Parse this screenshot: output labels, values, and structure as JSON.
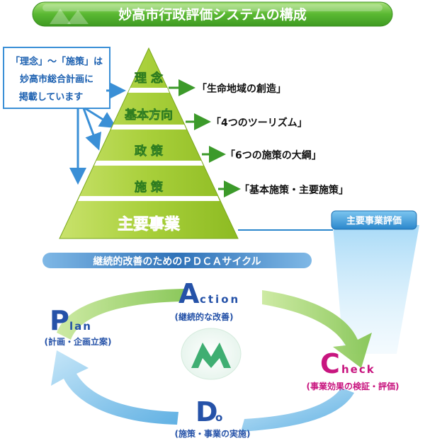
{
  "title": "妙高市行政評価システムの構成",
  "note": {
    "line1": "「理念」～「施策」は",
    "line2": "妙高市総合計画に",
    "line3": "掲載しています"
  },
  "pyramid": {
    "levels": [
      {
        "label": "理 念",
        "desc": "「生命地域の創造」"
      },
      {
        "label": "基本方向",
        "desc": "「4つのツーリズム」"
      },
      {
        "label": "政 策",
        "desc": "「6つの施策の大綱」"
      },
      {
        "label": "施 策",
        "desc": "「基本施策・主要施策」"
      }
    ],
    "base_label": "主要事業"
  },
  "evaluation_label": "主要事業評価",
  "pdca_banner": "継続的改善のためのＰＤＣＡサイクル",
  "pdca": {
    "plan": {
      "letter": "P",
      "word": "lan",
      "sub": "(計画・企画立案)"
    },
    "action": {
      "letter": "A",
      "word": "ction",
      "sub": "(継続的な改善)"
    },
    "check": {
      "letter": "C",
      "word": "heck",
      "sub": "(事業効果の検証・評価)"
    },
    "do": {
      "letter": "D",
      "word": "o",
      "sub": "(施策・事業の実施)"
    }
  },
  "colors": {
    "title_green": "#5ab832",
    "pyramid_green": "#a8cf3a",
    "label_green": "#2f7d1f",
    "base_magenta": "#e4007f",
    "letter_blue": "#2552a8",
    "check_magenta": "#c8157f",
    "arrow_blue": "#4fa8e0",
    "banner_blue": "#3d86c6"
  },
  "icons": {
    "logo": "myoko-mountain-logo"
  }
}
